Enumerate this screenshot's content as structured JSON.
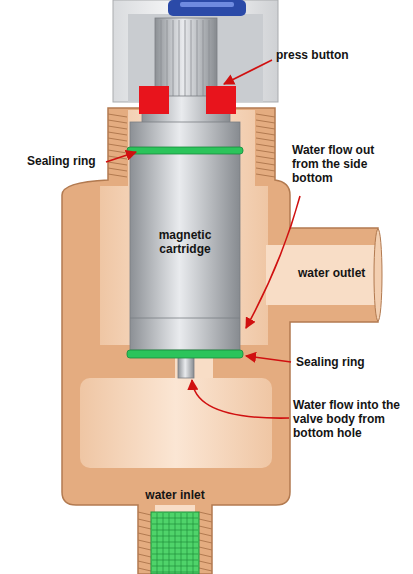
{
  "diagram": {
    "labels": [
      "press button",
      "Sealing ring",
      "Water flow out from the side bottom",
      "magnetic cartridge",
      "water outlet",
      "Sealing ring",
      "Water flow into the valve body from bottom hole",
      "water inlet"
    ]
  }
}
